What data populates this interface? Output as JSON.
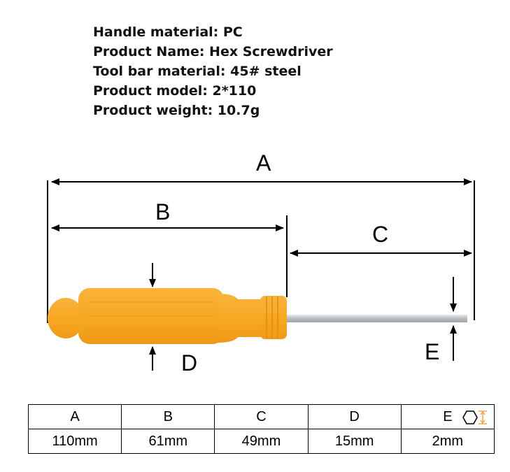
{
  "specs": [
    "Handle material: PC",
    "Product Name: Hex Screwdriver",
    "Tool bar material: 45# steel",
    "Product model: 2*110",
    "Product weight: 10.7g"
  ],
  "diagram": {
    "label_a": "A",
    "label_b": "B",
    "label_c": "C",
    "label_d": "D",
    "label_e": "E"
  },
  "table": {
    "headers": [
      "A",
      "B",
      "C",
      "D",
      "E"
    ],
    "values": [
      "110mm",
      "61mm",
      "49mm",
      "15mm",
      "2mm"
    ]
  },
  "icons": {
    "e_header_icon": "hex-shaft-icon"
  },
  "colors": {
    "handle": "#F7A823",
    "handle_shade": "#E8901A",
    "shaft": "#C8CCCF",
    "arrow_icon": "#F2A33A"
  }
}
